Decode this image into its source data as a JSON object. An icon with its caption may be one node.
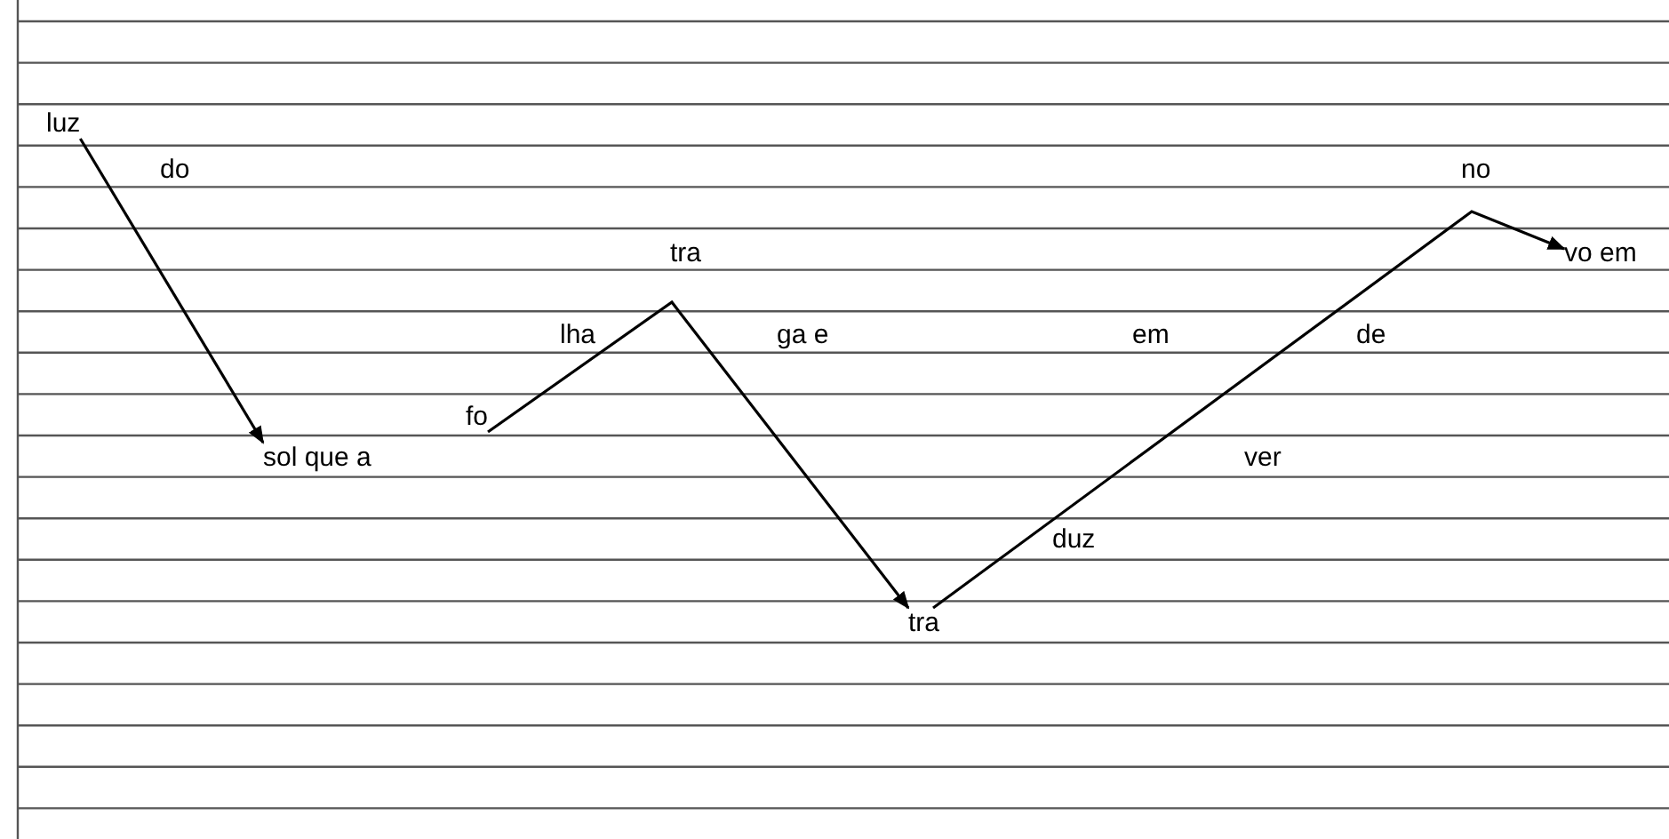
{
  "diagram": {
    "nodes": [
      {
        "text": [
          "luz"
        ]
      },
      {
        "text": [
          "sol que a"
        ]
      },
      {
        "text": [
          "fo"
        ]
      },
      {
        "text": [
          "tra"
        ]
      },
      {
        "text": [
          "vo em"
        ]
      }
    ],
    "edges": [
      {
        "from": 0,
        "to": 1,
        "arrow": "to"
      },
      {
        "from": 2,
        "to": 3,
        "arrow": "to"
      },
      {
        "from": 3,
        "to": 4,
        "arrow": "to"
      }
    ],
    "labels": [
      "do",
      "no",
      "tra",
      "lha",
      "ga e",
      "em",
      "de",
      "ver",
      "duz"
    ]
  }
}
